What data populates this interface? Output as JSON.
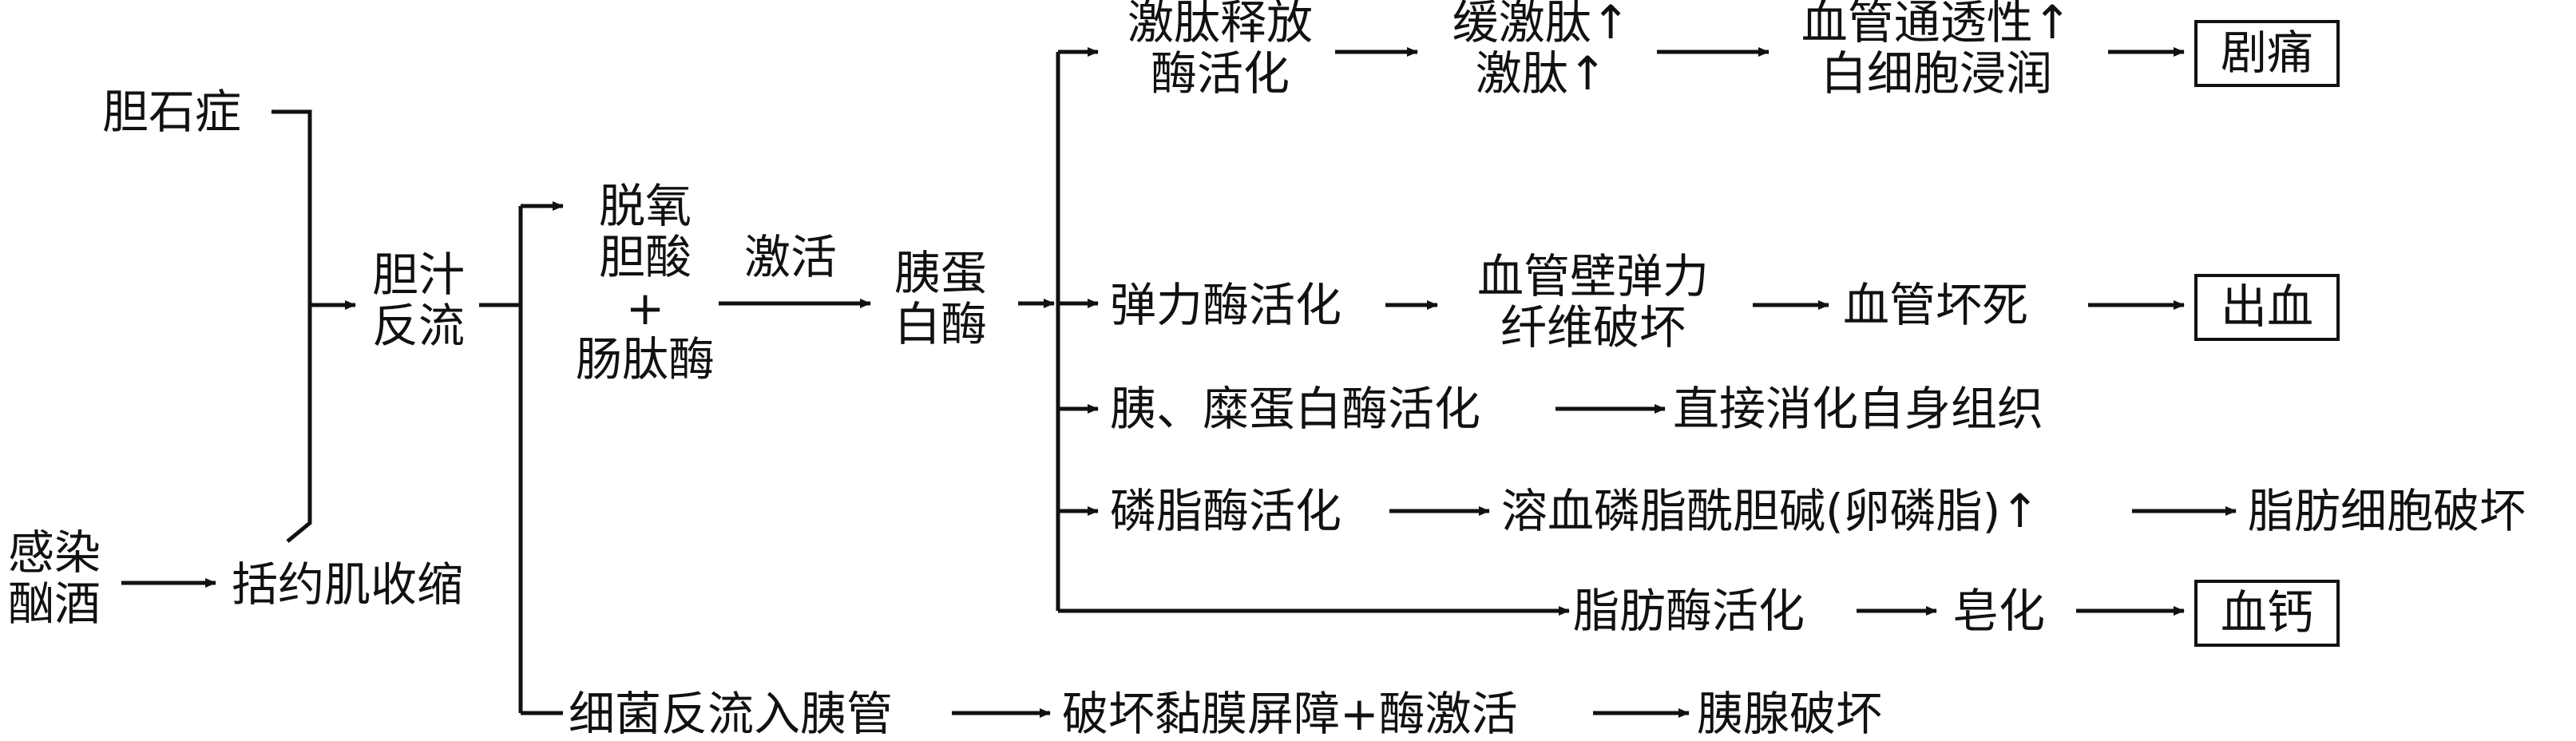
{
  "nodes": {
    "gallstone": "胆石症",
    "infection": "感染",
    "alcohol": "酗酒",
    "sphincter": "括约肌收缩",
    "bile_reflux_1": "胆汁",
    "bile_reflux_2": "反流",
    "deoxy_1": "脱氧",
    "deoxy_2": "胆酸",
    "plus": "+",
    "enterokinase": "肠肽酶",
    "activate": "激活",
    "trypsin_1": "胰蛋",
    "trypsin_2": "白酶",
    "bacteria": "细菌反流入胰管",
    "mucosa": "破坏黏膜屏障+酶激活",
    "pancreas_damage": "胰腺破坏",
    "kinin_release_1": "激肽释放",
    "kinin_release_2": "酶活化",
    "bradykinin_1": "缓激肽↑",
    "bradykinin_2": "激肽↑",
    "permeability_1": "血管通透性↑",
    "permeability_2": "白细胞浸润",
    "pain": "剧痛",
    "elastase": "弹力酶活化",
    "vessel_wall_1": "血管壁弹力",
    "vessel_wall_2": "纤维破坏",
    "necrosis": "血管坏死",
    "bleeding": "出血",
    "chymotrypsin": "胰、糜蛋白酶活化",
    "self_digest": "直接消化自身组织",
    "phospholipase": "磷脂酶活化",
    "lysolecithin": "溶血磷脂酰胆碱(卵磷脂)↑",
    "fat_cell": "脂肪细胞破坏",
    "lipase": "脂肪酶活化",
    "saponify": "皂化",
    "calcium": "血钙"
  }
}
